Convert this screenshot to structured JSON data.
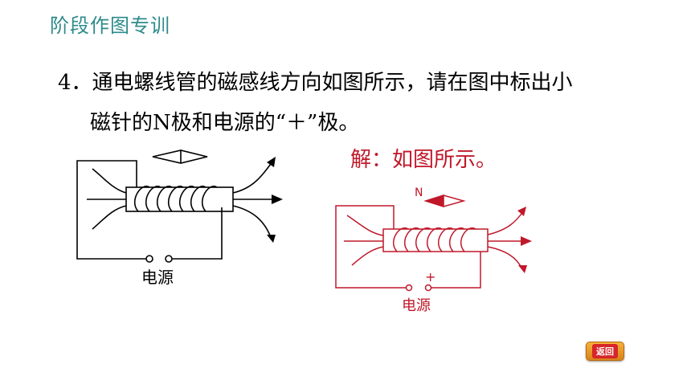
{
  "header": {
    "title": "阶段作图专训"
  },
  "question": {
    "line1": "4．通电螺线管的磁感线方向如图所示，请在图中标出小",
    "line2": "磁针的N极和电源的“＋”极。"
  },
  "answer": {
    "text": "解：如图所示。"
  },
  "figure_question": {
    "power_label": "电源"
  },
  "figure_answer": {
    "n_label": "N",
    "plus_label": "+",
    "power_label": "电源"
  },
  "nav": {
    "back_label": "返回"
  },
  "colors": {
    "header": "#2e8b8b",
    "answer": "#c0182a",
    "figure_answer": "#c0182a"
  }
}
